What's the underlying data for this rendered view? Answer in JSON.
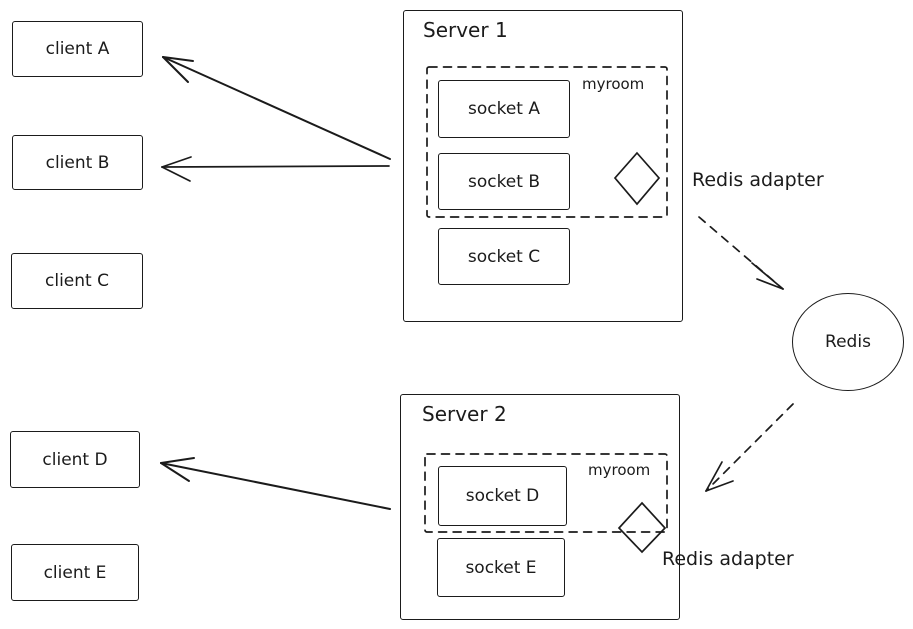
{
  "diagram": {
    "clients": [
      {
        "label": "client A"
      },
      {
        "label": "client B"
      },
      {
        "label": "client C"
      },
      {
        "label": "client D"
      },
      {
        "label": "client E"
      }
    ],
    "servers": [
      {
        "title": "Server 1",
        "room": "myroom",
        "room_sockets": [
          "socket A",
          "socket B"
        ],
        "other_sockets": [
          "socket C"
        ],
        "adapter_label": "Redis adapter"
      },
      {
        "title": "Server 2",
        "room": "myroom",
        "room_sockets": [
          "socket D"
        ],
        "other_sockets": [
          "socket E"
        ],
        "adapter_label": "Redis adapter"
      }
    ],
    "redis": {
      "label": "Redis"
    },
    "colors": {
      "stroke": "#1b1b1b",
      "background": "#ffffff"
    }
  }
}
